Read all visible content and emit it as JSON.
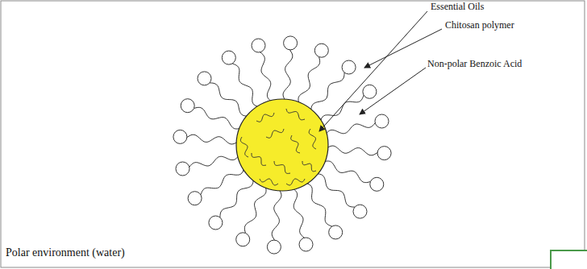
{
  "diagram": {
    "labels": [
      "Essential Oils",
      "Chitosan polymer",
      "Non-polar Benzoic Acid",
      "Polar environment (water)"
    ]
  }
}
